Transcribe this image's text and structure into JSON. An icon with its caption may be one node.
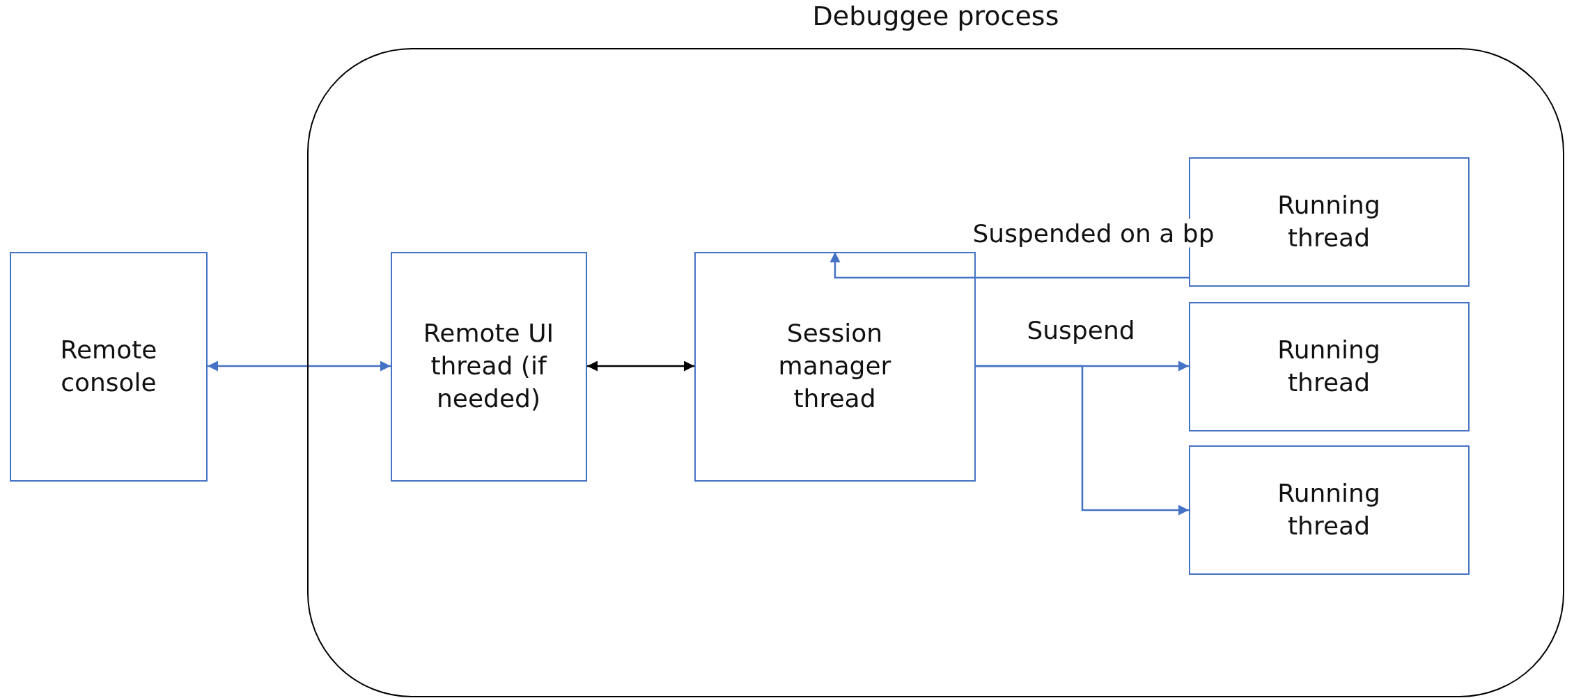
{
  "diagram": {
    "nodes": [
      {
        "text": [
          "Debuggee process"
        ]
      },
      {
        "text": [
          "Remote console"
        ]
      },
      {
        "text": [
          "Remote UI thread (if needed)"
        ],
        "in": 0
      },
      {
        "text": [
          "Session manager thread"
        ],
        "in": 0
      },
      {
        "text": [
          "Running thread"
        ],
        "in": 0
      },
      {
        "text": [
          "Running thread"
        ],
        "in": 0
      },
      {
        "text": [
          "Running thread"
        ],
        "in": 0
      }
    ],
    "edges": [
      {
        "from": 1,
        "to": 2,
        "arrow": "both"
      },
      {
        "from": 2,
        "to": 3,
        "arrow": "both",
        "color": "#000000"
      },
      {
        "from": 4,
        "to": 3,
        "arrow": "to",
        "label": "Suspended on a bp"
      },
      {
        "from": 3,
        "to": 5,
        "arrow": "to",
        "label": "Suspend"
      },
      {
        "from": 3,
        "to": 6,
        "arrow": "to"
      }
    ]
  }
}
